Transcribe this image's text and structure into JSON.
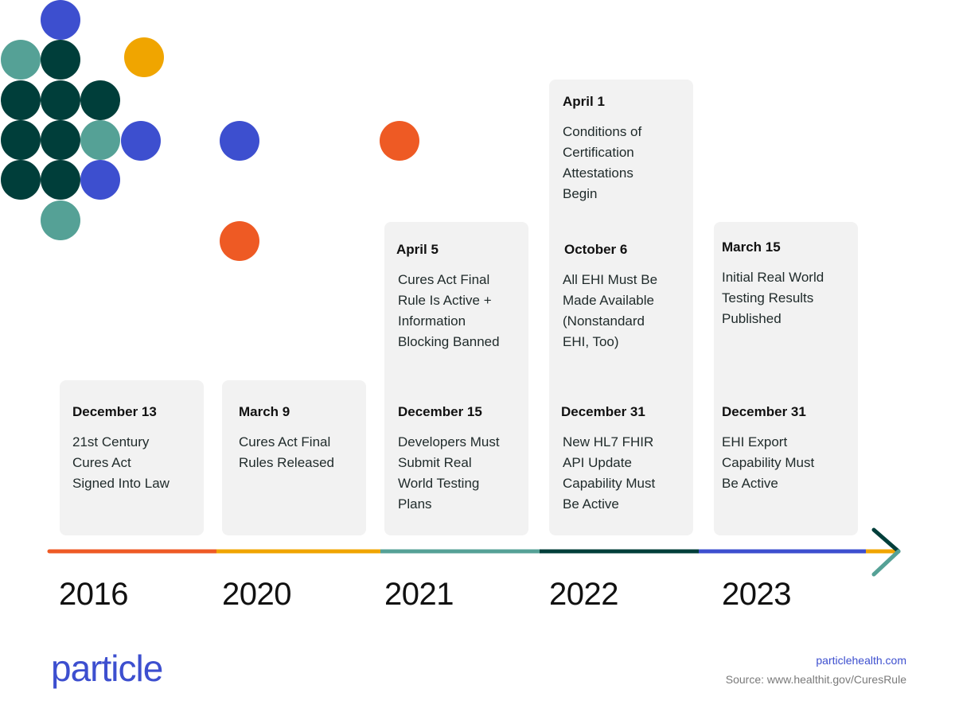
{
  "colors": {
    "orange": "#ee5a24",
    "gold": "#f0a500",
    "teal": "#55a196",
    "dark_green": "#003e3a",
    "blue": "#3d4fcf",
    "card_bg": "#f2f2f2",
    "logo": "#3d4fcf"
  },
  "years": [
    "2016",
    "2020",
    "2021",
    "2022",
    "2023"
  ],
  "milestones": {
    "y2016_dec13": {
      "date": "December 13",
      "text": "21st Century\nCures Act\nSigned Into Law"
    },
    "y2020_mar9": {
      "date": "March 9",
      "text": "Cures Act Final\nRules Released"
    },
    "y2021_apr5": {
      "date": "April 5",
      "text": "Cures Act Final\nRule Is Active  +\nInformation\nBlocking Banned"
    },
    "y2021_dec15": {
      "date": "December 15",
      "text": "Developers Must\nSubmit Real\nWorld Testing\nPlans"
    },
    "y2022_apr1": {
      "date": "April 1",
      "text": "Conditions of\nCertification\nAttestations\nBegin"
    },
    "y2022_oct6": {
      "date": "October 6",
      "text": "All EHI Must Be\nMade Available\n(Nonstandard\nEHI, Too)"
    },
    "y2022_dec31": {
      "date": "December 31",
      "text": "New HL7 FHIR\nAPI Update\nCapability Must\nBe Active"
    },
    "y2023_mar15": {
      "date": "March 15",
      "text": "Initial Real World\nTesting Results\nPublished"
    },
    "y2023_dec31": {
      "date": "December 31",
      "text": "EHI Export\nCapability Must\nBe Active"
    }
  },
  "brand": {
    "logo": "particle"
  },
  "footer": {
    "url": "particlehealth.com",
    "source": "Source: www.healthit.gov/CuresRule"
  }
}
